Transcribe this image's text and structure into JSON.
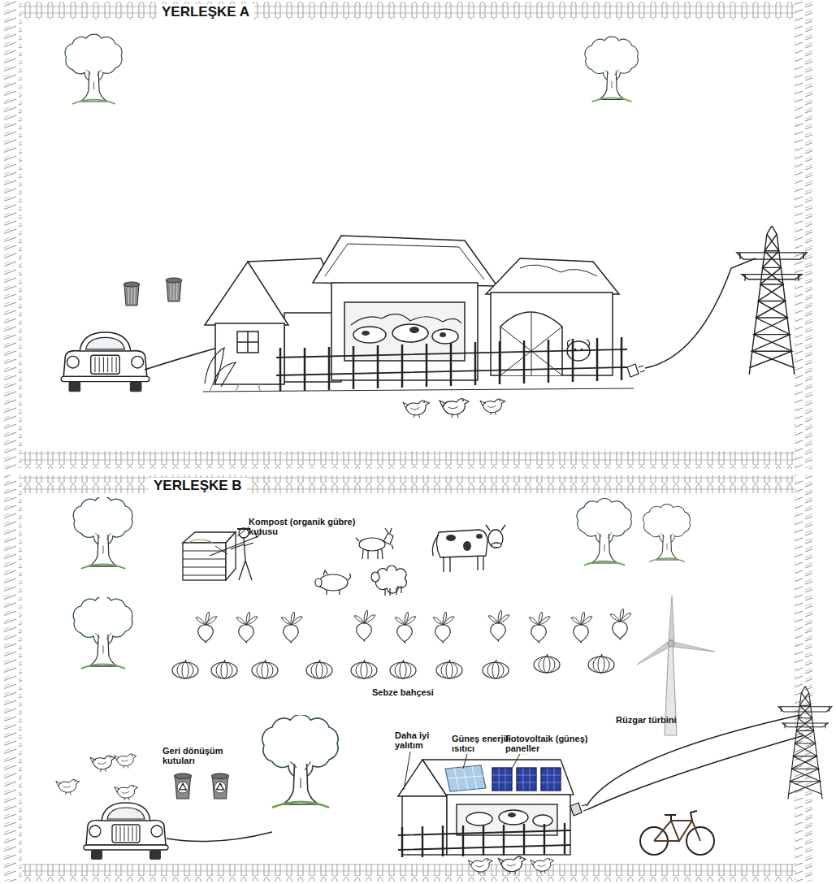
{
  "diagram": {
    "nodes": [
      {
        "text": [
          "YERLEŞKE A"
        ]
      },
      {
        "text": [
          "YERLEŞKE B"
        ]
      }
    ],
    "labels": [
      "Kompost (organik gübre) kutusu",
      "Sebze bahçesi",
      "Daha iyi yalıtım",
      "Güneş enerjili ısıtıcı",
      "Fotovoltaik (güneş) paneller",
      "Rüzgar türbini",
      "Geri dönüşüm kutuları"
    ]
  }
}
